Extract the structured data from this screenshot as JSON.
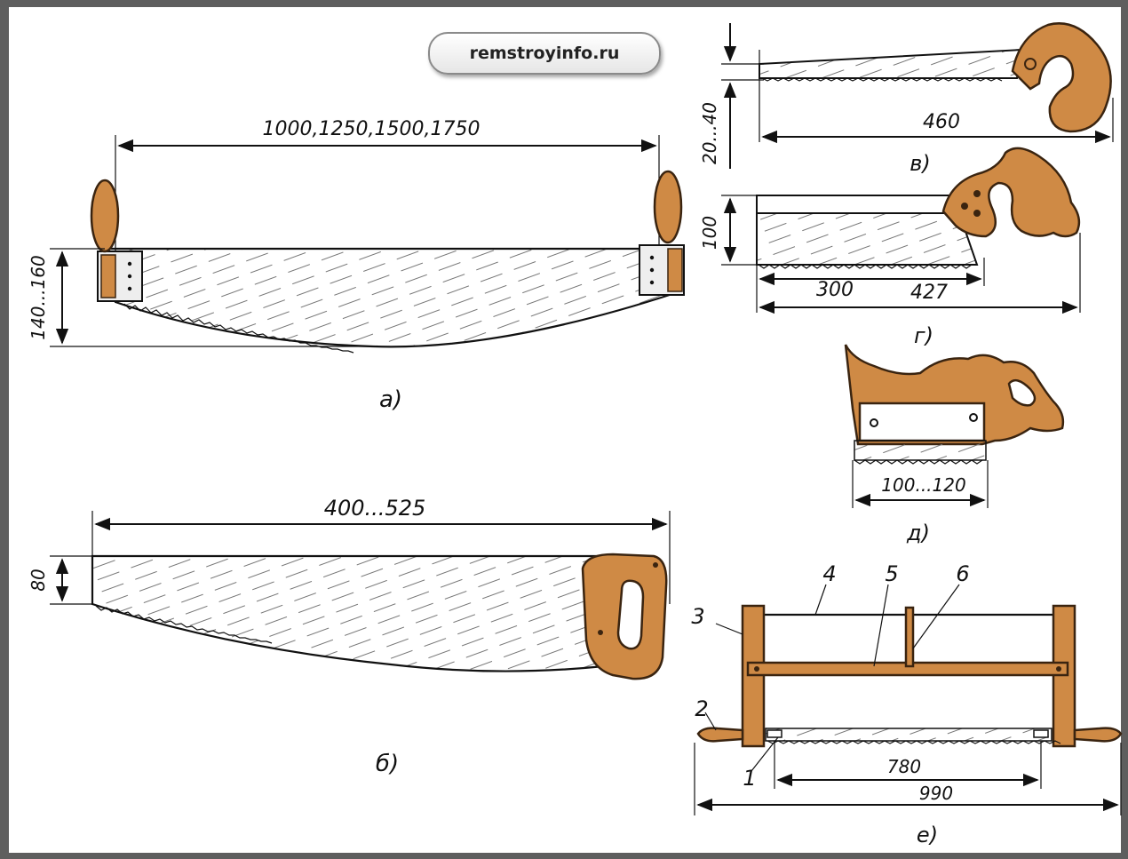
{
  "watermark": "remstroyinfo.ru",
  "colors": {
    "wood": "#cf8a45",
    "outline": "#3a2410",
    "ink": "#111111",
    "background": "#5e5e5e"
  },
  "saw_a": {
    "length": "1000,1250,1500,1750",
    "height": "140...160",
    "caption": "а)"
  },
  "saw_b": {
    "length": "400...525",
    "height": "80",
    "caption": "б)"
  },
  "saw_v": {
    "length": "460",
    "height": "20...40",
    "caption": "в)"
  },
  "saw_g": {
    "height": "100",
    "blade": "300",
    "full": "427",
    "caption": "г)"
  },
  "saw_d": {
    "length": "100...120",
    "caption": "д)"
  },
  "saw_e": {
    "parts": [
      "1",
      "2",
      "3",
      "4",
      "5",
      "6"
    ],
    "blade": "780",
    "full": "990",
    "caption": "е)"
  }
}
